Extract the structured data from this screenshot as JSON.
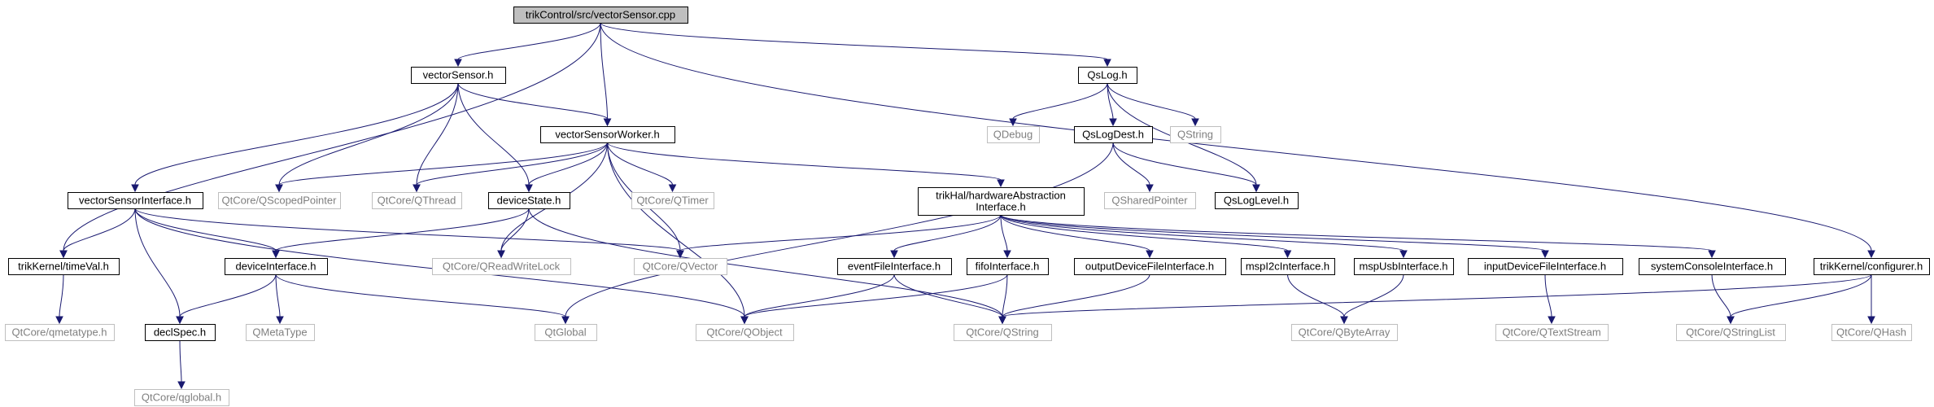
{
  "colors": {
    "edge": "#191970",
    "root_fill": "#bfbfbf",
    "node_fill": "#ffffff",
    "node_border": "#000000",
    "external_border": "#bfbfbf",
    "external_text": "#7f7f7f",
    "node_text": "#000000"
  },
  "nodes": {
    "root": [
      "trikControl/src/vectorSensor.cpp"
    ],
    "vs_h": [
      "vectorSensor.h"
    ],
    "vsw_h": [
      "vectorSensorWorker.h"
    ],
    "qslog_h": [
      "QsLog.h"
    ],
    "qdebug": [
      "QDebug"
    ],
    "qslogdest_h": [
      "QsLogDest.h"
    ],
    "qstring": [
      "QString"
    ],
    "vsi_h": [
      "vectorSensorInterface.h"
    ],
    "qscopedptr": [
      "QtCore/QScopedPointer"
    ],
    "qthread": [
      "QtCore/QThread"
    ],
    "devstate_h": [
      "deviceState.h"
    ],
    "qtimer": [
      "QtCore/QTimer"
    ],
    "hal_h": [
      "trikHal/hardwareAbstraction",
      "Interface.h"
    ],
    "qsharedptr": [
      "QSharedPointer"
    ],
    "qsloglevel_h": [
      "QsLogLevel.h"
    ],
    "timeval_h": [
      "trikKernel/timeVal.h"
    ],
    "devif_h": [
      "deviceInterface.h"
    ],
    "qrwlock": [
      "QtCore/QReadWriteLock"
    ],
    "qvector": [
      "QtCore/QVector"
    ],
    "eventfile_h": [
      "eventFileInterface.h"
    ],
    "fifo_h": [
      "fifoInterface.h"
    ],
    "outdev_h": [
      "outputDeviceFileInterface.h"
    ],
    "mspi2c_h": [
      "mspI2cInterface.h"
    ],
    "mspusb_h": [
      "mspUsbInterface.h"
    ],
    "indev_h": [
      "inputDeviceFileInterface.h"
    ],
    "syscons_h": [
      "systemConsoleInterface.h"
    ],
    "configurer_h": [
      "trikKernel/configurer.h"
    ],
    "qmetatype_h": [
      "QtCore/qmetatype.h"
    ],
    "declspec_h": [
      "declSpec.h"
    ],
    "qmetatype": [
      "QMetaType"
    ],
    "qtglobal": [
      "QtGlobal"
    ],
    "qobject": [
      "QtCore/QObject"
    ],
    "qcore_qstring": [
      "QtCore/QString"
    ],
    "qbytearray": [
      "QtCore/QByteArray"
    ],
    "qtextstream": [
      "QtCore/QTextStream"
    ],
    "qstringlist": [
      "QtCore/QStringList"
    ],
    "qhash": [
      "QtCore/QHash"
    ],
    "qglobal_h": [
      "QtCore/qglobal.h"
    ]
  }
}
